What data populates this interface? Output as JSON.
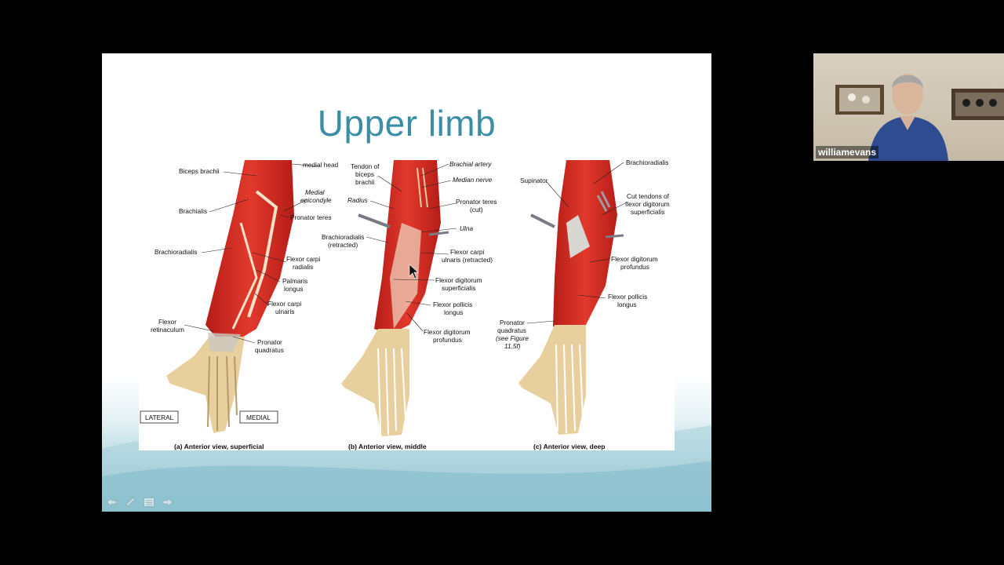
{
  "slide": {
    "title": "Upper limb",
    "panels": [
      {
        "caption": "(a) Anterior view, superficial",
        "labels": [
          "Biceps brachii",
          "medial head",
          "Medial epicondyle",
          "Brachialis",
          "Pronator teres",
          "Brachioradialis",
          "Flexor carpi radialis",
          "Palmaris longus",
          "Flexor carpi ulnaris",
          "Flexor retinaculum",
          "Pronator quadratus"
        ],
        "orientation": [
          "LATERAL",
          "MEDIAL"
        ]
      },
      {
        "caption": "(b) Anterior view, middle",
        "labels": [
          "Tendon of biceps brachii",
          "Brachial artery",
          "Median nerve",
          "Radius",
          "Pronator teres (cut)",
          "Ulna",
          "Brachioradialis (retracted)",
          "Flexor carpi ulnaris (retracted)",
          "Flexor digitorum superficialis",
          "Flexor pollicis longus",
          "Flexor digitorum profundus"
        ]
      },
      {
        "caption": "(c) Anterior view, deep",
        "labels": [
          "Brachioradialis",
          "Supinator",
          "Cut tendons of flexor digitorum superficialis",
          "Flexor digitorum profundus",
          "Flexor pollicis longus",
          "Pronator quadratus",
          "(see Figure 11.5f)"
        ]
      }
    ]
  },
  "controls": {
    "icons": [
      "arrow-left-icon",
      "pen-icon",
      "menu-icon",
      "arrow-right-icon"
    ]
  },
  "webcam": {
    "participant_name": "williamevans"
  },
  "colors": {
    "title": "#3b8ea5",
    "muscle": "#d42a22",
    "background": "#000000"
  }
}
